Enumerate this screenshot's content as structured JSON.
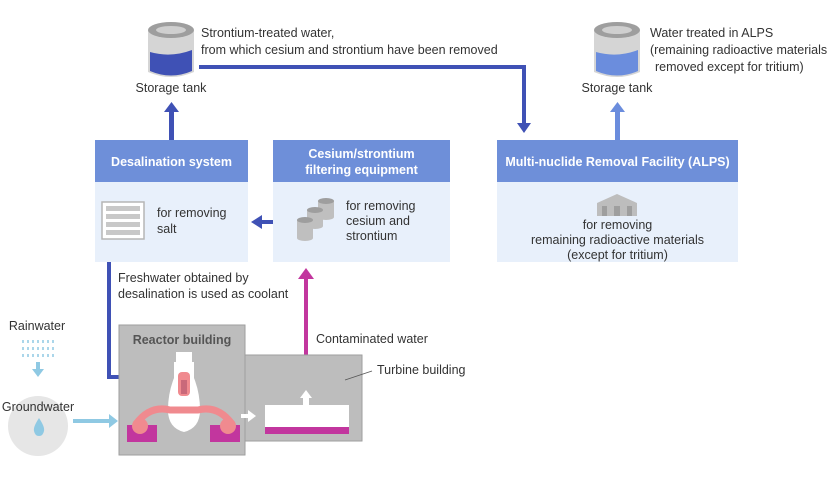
{
  "storage_left": {
    "label": "Storage tank",
    "caption_line1": "Strontium-treated water,",
    "caption_line2": "from which cesium and strontium have been removed"
  },
  "storage_right": {
    "label": "Storage tank",
    "caption_line1": "Water treated in ALPS",
    "caption_line2": "(remaining radioactive materials",
    "caption_line3": "removed except for tritium)"
  },
  "desalination": {
    "title": "Desalination system",
    "desc_line1": "for removing",
    "desc_line2": "salt"
  },
  "cesium": {
    "title_line1": "Cesium/strontium",
    "title_line2": "filtering equipment",
    "desc_line1": "for removing",
    "desc_line2": "cesium and",
    "desc_line3": "strontium"
  },
  "alps": {
    "title": "Multi-nuclide Removal Facility (ALPS)",
    "desc_line1": "for removing",
    "desc_line2": "remaining radioactive materials",
    "desc_line3": "(except for tritium)"
  },
  "freshwater_note": {
    "line1": "Freshwater obtained by",
    "line2": "desalination is used as coolant"
  },
  "rainwater": "Rainwater",
  "groundwater": "Groundwater",
  "reactor_building": "Reactor building",
  "turbine_building": "Turbine building",
  "contaminated_water": "Contaminated water",
  "colors": {
    "header_blue": "#6e8fd9",
    "panel_bg": "#e8f0fb",
    "pipe_blue": "#3f51b5",
    "pipe_light_blue": "#6b8ddd",
    "contaminated_magenta": "#c2369e",
    "building_gray": "#bdbdbd",
    "water_light": "#8fc9e3",
    "core_pink": "#f08a8f"
  }
}
